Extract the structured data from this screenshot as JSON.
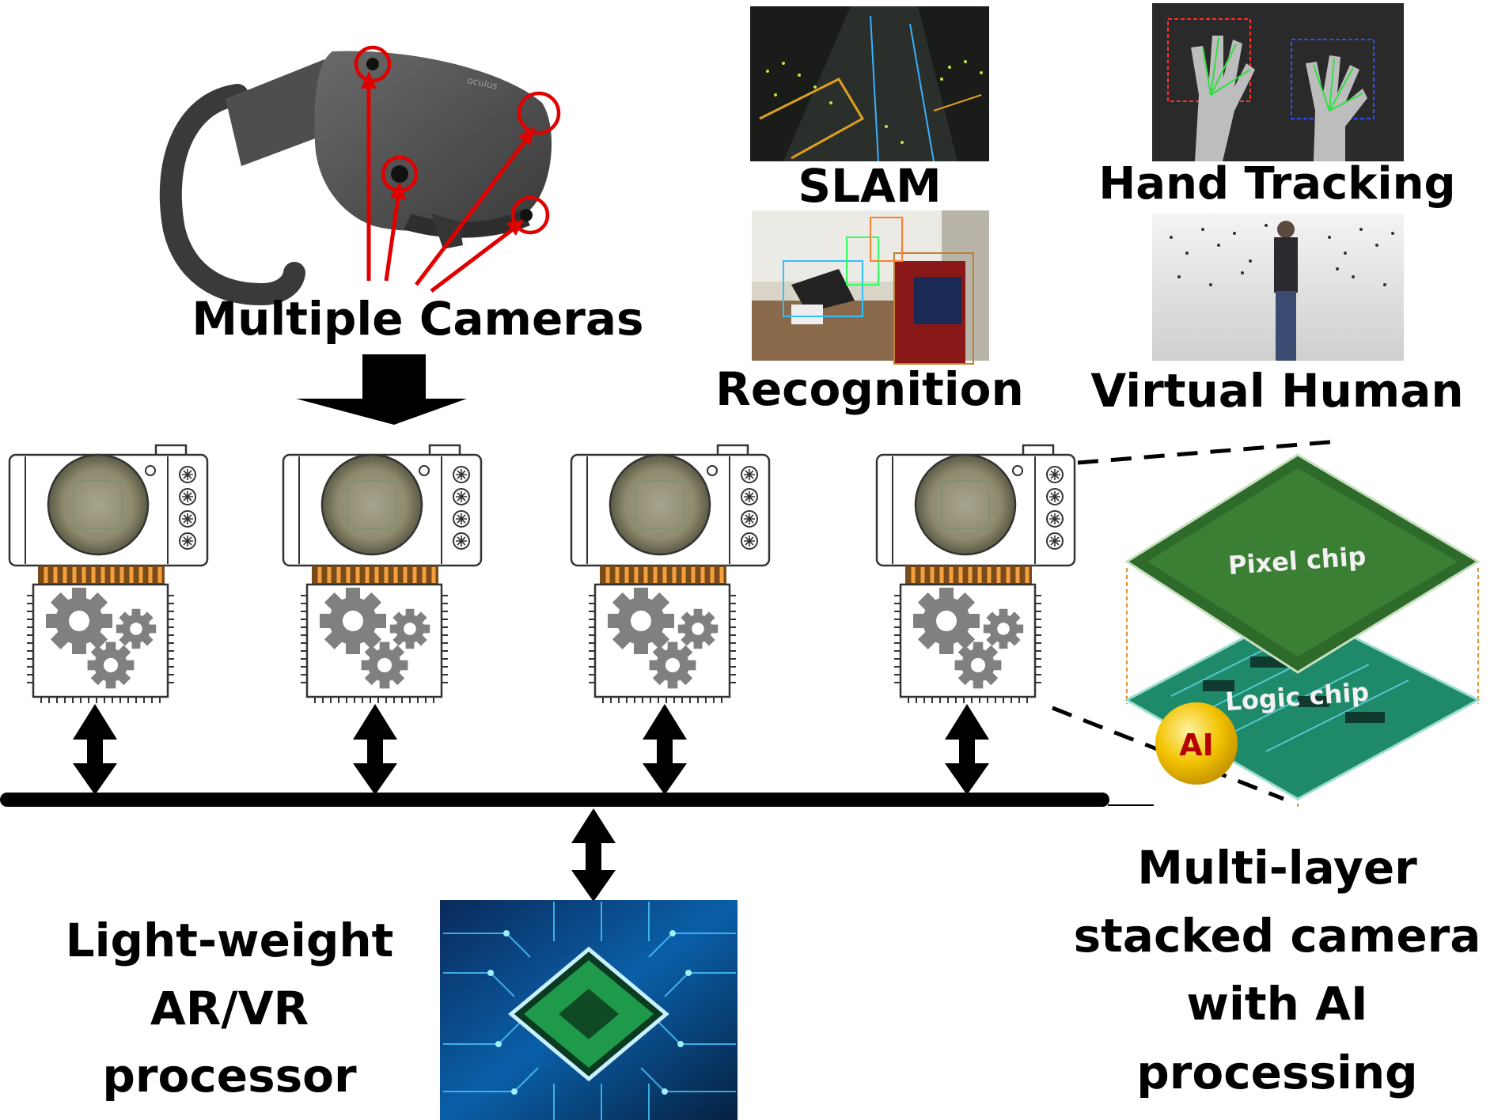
{
  "labels": {
    "multiple_cameras": "Multiple Cameras",
    "slam": "SLAM",
    "hand_tracking": "Hand Tracking",
    "recognition": "Recognition",
    "virtual_human": "Virtual Human",
    "processor_line1": "Light-weight",
    "processor_line2": "AR/VR",
    "processor_line3": "processor",
    "stacked_line1": "Multi-layer",
    "stacked_line2": "stacked camera",
    "stacked_line3": "with AI",
    "stacked_line4": "processing"
  },
  "chip": {
    "pixel_label": "Pixel chip",
    "logic_label": "Logic chip",
    "ai_badge": "AI"
  },
  "colors": {
    "highlight": "#e00000",
    "bus": "#000000",
    "pixel_chip": "#2e6b2a",
    "logic_chip": "#1f8a6a",
    "ai_badge": "#f2c200",
    "circuit_blue": "#0a5fa8"
  }
}
